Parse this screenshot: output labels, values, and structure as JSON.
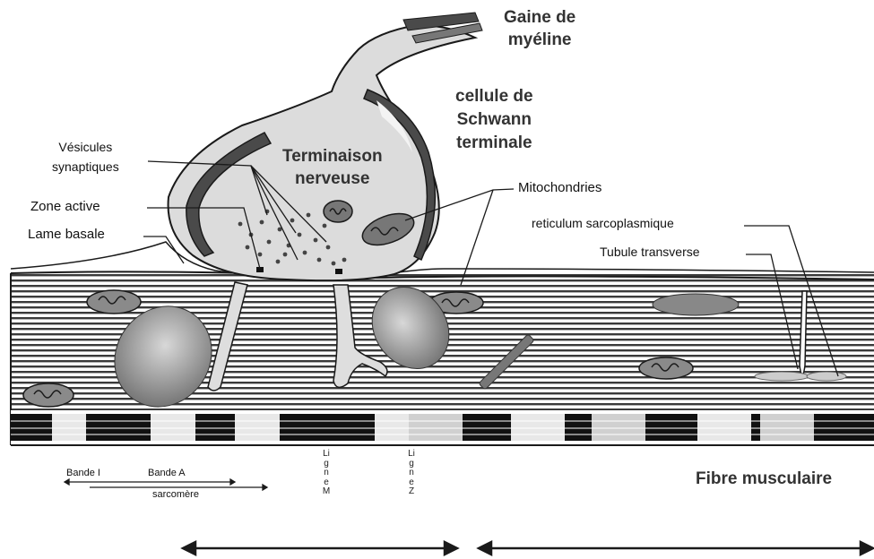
{
  "labels": {
    "myelin_sheath": "Gaine de\nmyéline",
    "schwann_cell": "cellule de\nSchwann\nterminale",
    "nerve_terminal": "Terminaison\nnerveuse",
    "synaptic_vesicles": "Vésicules\nsynaptiques",
    "active_zone": "Zone active",
    "basal_lamina": "Lame basale",
    "mitochondria": "Mitochondries",
    "sarcoplasmic_reticulum": "reticulum sarcoplasmique",
    "transverse_tubule": "Tubule transverse",
    "muscle_fiber": "Fibre musculaire",
    "band_i": "Bande I",
    "band_a": "Bande A",
    "sarcomere": "sarcomère",
    "line_m": "Ligne M",
    "line_z": "Ligne Z"
  },
  "colors": {
    "line": "#1a1a1a",
    "muscle_stripe": "#3a3a3a",
    "membrane": "#dedede",
    "organelle": "#8a8a8a",
    "schwann": "#4a4a4a",
    "text_bold": "#333333"
  }
}
